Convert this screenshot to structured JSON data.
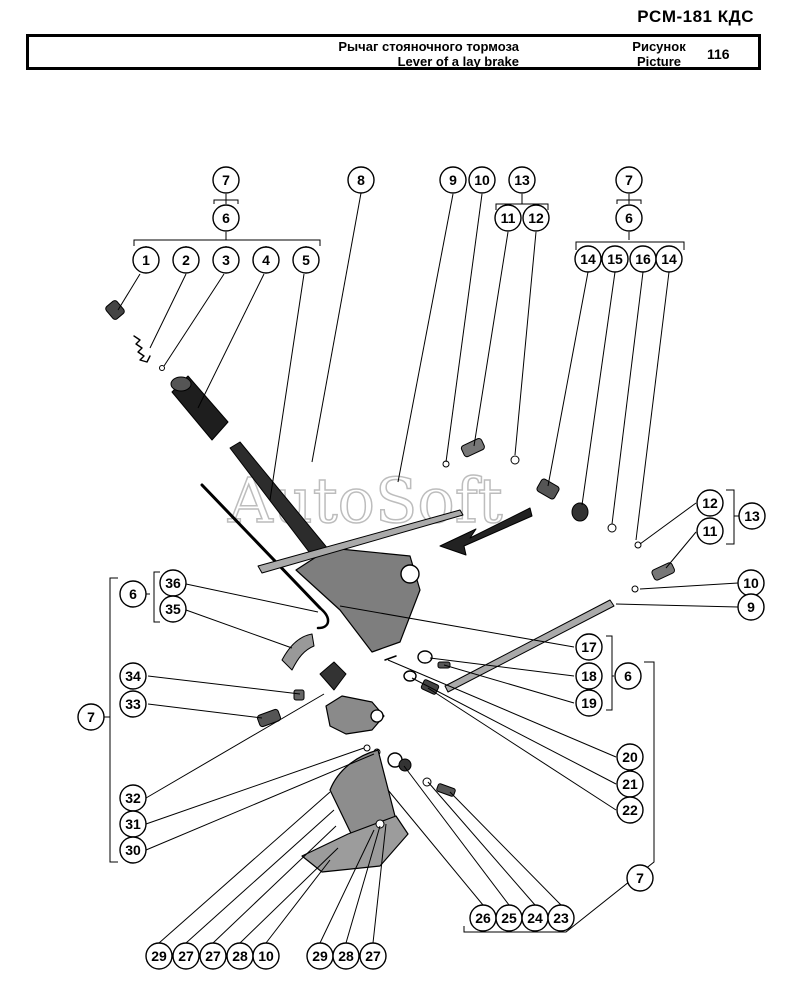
{
  "header": {
    "code": "PCM-181 КДС",
    "title_ru": "Рычаг стояночного тормоза",
    "title_en": "Lever of a lay brake",
    "picture_label_ru": "Рисунок",
    "picture_label_en": "Picture",
    "picture_number": "116"
  },
  "watermark": "AutoSoft",
  "callouts": [
    {
      "id": "c1",
      "label": "1"
    },
    {
      "id": "c2",
      "label": "2"
    },
    {
      "id": "c3",
      "label": "3"
    },
    {
      "id": "c4",
      "label": "4"
    },
    {
      "id": "c5",
      "label": "5"
    },
    {
      "id": "c6a",
      "label": "6"
    },
    {
      "id": "c7a",
      "label": "7"
    },
    {
      "id": "c8",
      "label": "8"
    },
    {
      "id": "c9a",
      "label": "9"
    },
    {
      "id": "c10a",
      "label": "10"
    },
    {
      "id": "c13a",
      "label": "13"
    },
    {
      "id": "c11a",
      "label": "11"
    },
    {
      "id": "c12a",
      "label": "12"
    },
    {
      "id": "c7b",
      "label": "7"
    },
    {
      "id": "c6b",
      "label": "6"
    },
    {
      "id": "c14a",
      "label": "14"
    },
    {
      "id": "c15",
      "label": "15"
    },
    {
      "id": "c16",
      "label": "16"
    },
    {
      "id": "c14b",
      "label": "14"
    },
    {
      "id": "c12b",
      "label": "12"
    },
    {
      "id": "c11b",
      "label": "11"
    },
    {
      "id": "c13b",
      "label": "13"
    },
    {
      "id": "c10b",
      "label": "10"
    },
    {
      "id": "c9b",
      "label": "9"
    },
    {
      "id": "c6c",
      "label": "6"
    },
    {
      "id": "c36",
      "label": "36"
    },
    {
      "id": "c35",
      "label": "35"
    },
    {
      "id": "c7c",
      "label": "7"
    },
    {
      "id": "c34",
      "label": "34"
    },
    {
      "id": "c33",
      "label": "33"
    },
    {
      "id": "c32",
      "label": "32"
    },
    {
      "id": "c31",
      "label": "31"
    },
    {
      "id": "c30",
      "label": "30"
    },
    {
      "id": "c17",
      "label": "17"
    },
    {
      "id": "c18",
      "label": "18"
    },
    {
      "id": "c19",
      "label": "19"
    },
    {
      "id": "c6d",
      "label": "6"
    },
    {
      "id": "c20",
      "label": "20"
    },
    {
      "id": "c21",
      "label": "21"
    },
    {
      "id": "c22",
      "label": "22"
    },
    {
      "id": "c7d",
      "label": "7"
    },
    {
      "id": "c26",
      "label": "26"
    },
    {
      "id": "c25",
      "label": "25"
    },
    {
      "id": "c24",
      "label": "24"
    },
    {
      "id": "c23",
      "label": "23"
    },
    {
      "id": "c29a",
      "label": "29"
    },
    {
      "id": "c27a",
      "label": "27"
    },
    {
      "id": "c27b",
      "label": "27"
    },
    {
      "id": "c28a",
      "label": "28"
    },
    {
      "id": "c10c",
      "label": "10"
    },
    {
      "id": "c29b",
      "label": "29"
    },
    {
      "id": "c28b",
      "label": "28"
    },
    {
      "id": "c27c",
      "label": "27"
    }
  ]
}
